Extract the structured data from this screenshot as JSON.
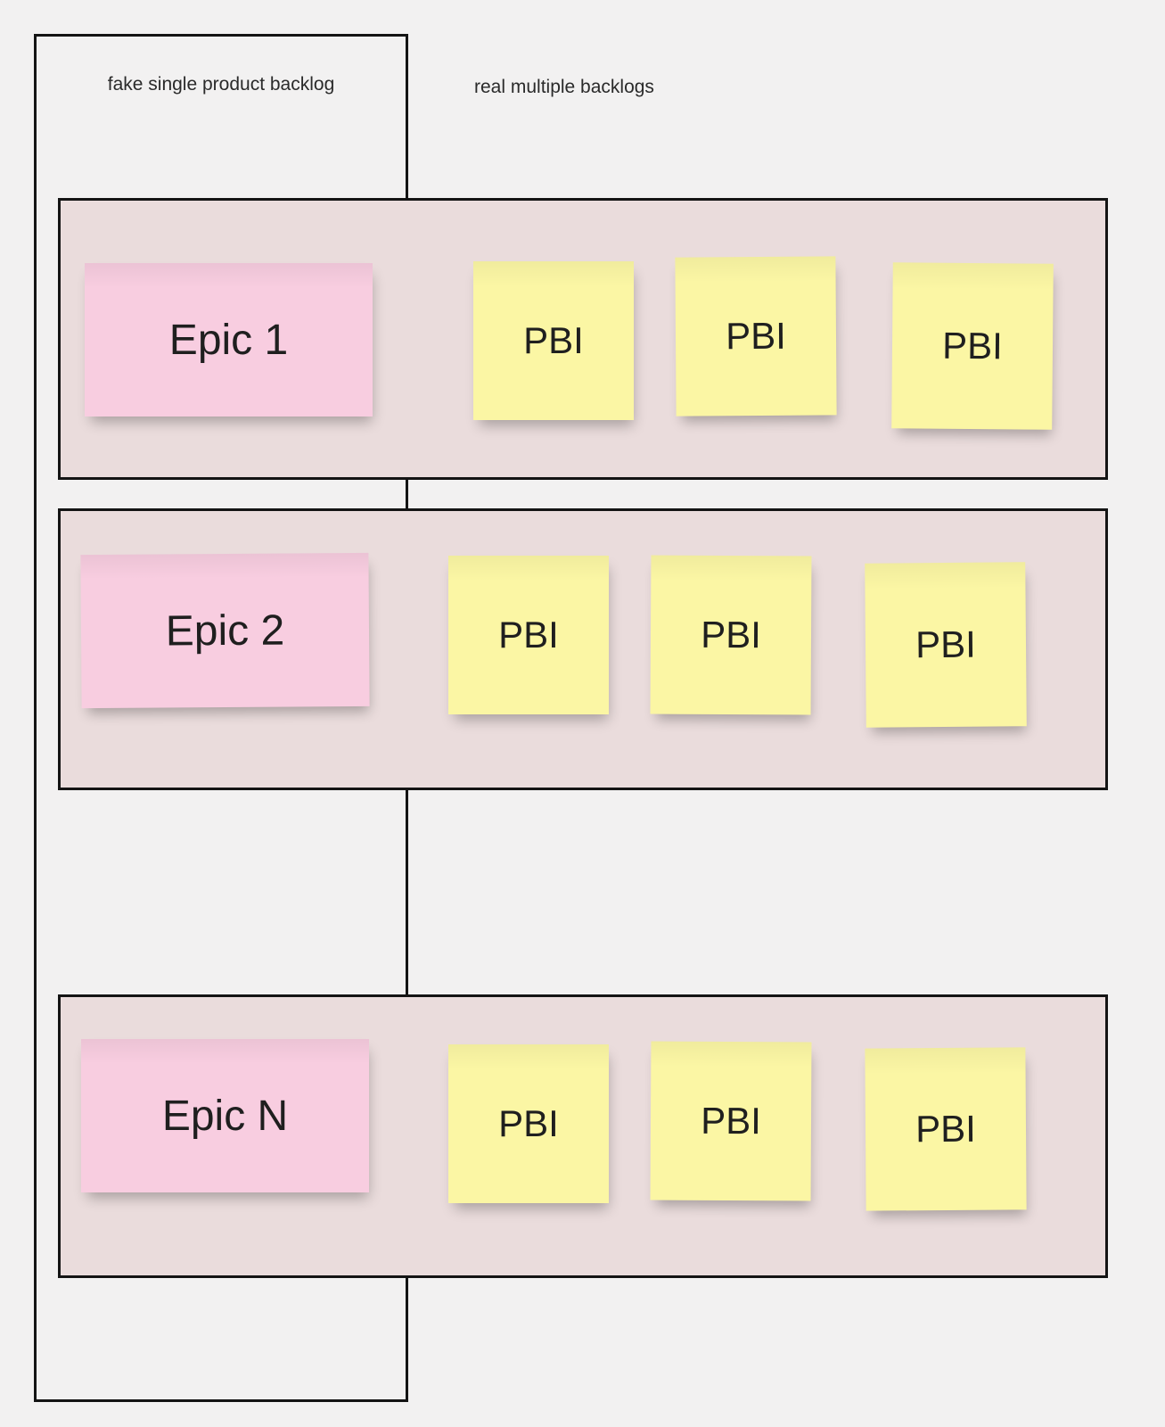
{
  "left_panel": {
    "label": "fake single product backlog"
  },
  "right_label": "real multiple backlogs",
  "backlogs": [
    {
      "epic": "Epic 1",
      "pbis": [
        "PBI",
        "PBI",
        "PBI"
      ]
    },
    {
      "epic": "Epic 2",
      "pbis": [
        "PBI",
        "PBI",
        "PBI"
      ]
    },
    {
      "epic": "Epic N",
      "pbis": [
        "PBI",
        "PBI",
        "PBI"
      ]
    }
  ],
  "colors": {
    "canvas-bg": "#f2f1f1",
    "row-bg": "#eadcdc",
    "epic-note": "#f8cde0",
    "pbi-note": "#fbf6a4",
    "border": "#141414",
    "text": "#1f1f1f"
  }
}
